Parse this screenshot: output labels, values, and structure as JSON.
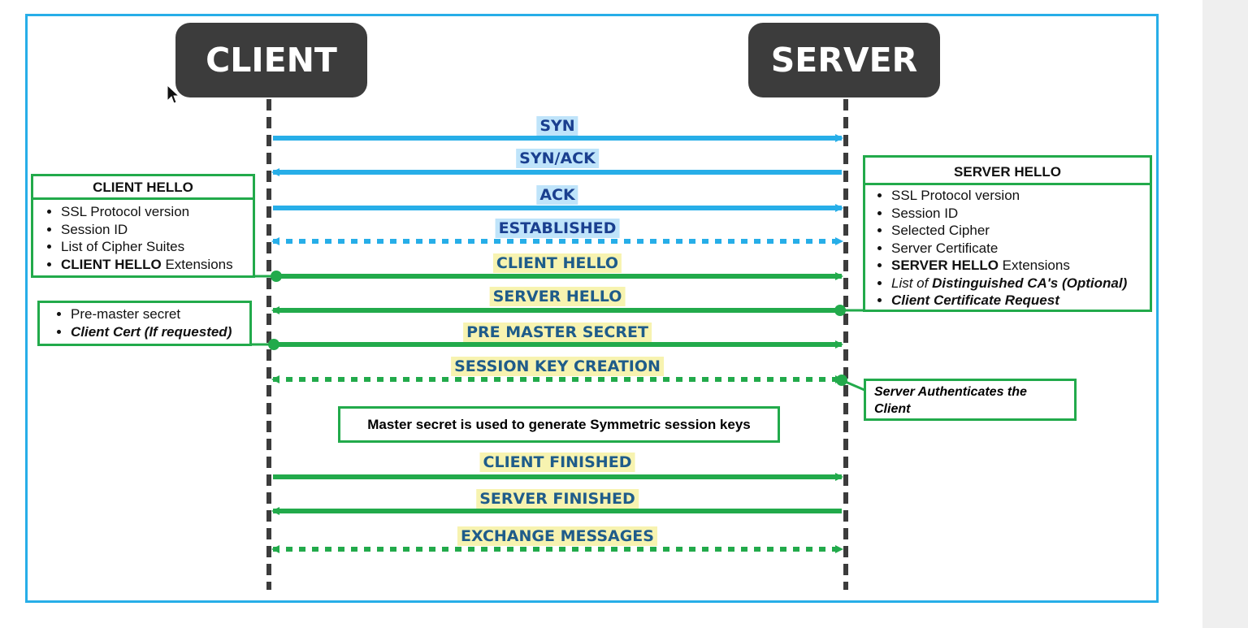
{
  "colors": {
    "frame": "#27aee8",
    "actor_bg": "#3c3c3c",
    "tcp_arrow": "#27aee8",
    "tls_arrow": "#22aa4b",
    "lifeline": "#3c3c3c"
  },
  "actors": {
    "client": "CLIENT",
    "server": "SERVER"
  },
  "messages": [
    {
      "label": "SYN",
      "dir": "right",
      "style": "solid",
      "color": "tcp"
    },
    {
      "label": "SYN/ACK",
      "dir": "left",
      "style": "solid",
      "color": "tcp"
    },
    {
      "label": "ACK",
      "dir": "right",
      "style": "solid",
      "color": "tcp"
    },
    {
      "label": "ESTABLISHED",
      "dir": "both",
      "style": "dotted",
      "color": "tcp"
    },
    {
      "label": "CLIENT HELLO",
      "dir": "right",
      "style": "solid",
      "color": "tls"
    },
    {
      "label": "SERVER HELLO",
      "dir": "left",
      "style": "solid",
      "color": "tls"
    },
    {
      "label": "PRE MASTER SECRET",
      "dir": "right",
      "style": "solid",
      "color": "tls"
    },
    {
      "label": "SESSION KEY CREATION",
      "dir": "both",
      "style": "dotted",
      "color": "tls"
    },
    {
      "label": "CLIENT FINISHED",
      "dir": "right",
      "style": "solid",
      "color": "tls"
    },
    {
      "label": "SERVER FINISHED",
      "dir": "left",
      "style": "solid",
      "color": "tls"
    },
    {
      "label": "EXCHANGE MESSAGES",
      "dir": "both",
      "style": "dotted",
      "color": "tls"
    }
  ],
  "client_hello_note": {
    "title": "CLIENT HELLO",
    "items": [
      "SSL Protocol version",
      "Session ID",
      "List of Cipher Suites"
    ],
    "ext_bold": "CLIENT HELLO",
    "ext_rest": " Extensions"
  },
  "premaster_note": {
    "item1": "Pre-master secret",
    "item2": "Client Cert (If requested)"
  },
  "server_hello_note": {
    "title": "SERVER HELLO",
    "items": [
      "SSL Protocol version",
      "Session ID",
      "Selected Cipher",
      "Server Certificate"
    ],
    "ext_bold": "SERVER HELLO",
    "ext_rest": " Extensions",
    "ca_prefix": "List of ",
    "ca_bold": "Distinguished CA",
    "ca_suffix": "'s (Optional)",
    "cert_request": "Client Certificate Request"
  },
  "master_secret_note": "Master secret is used to generate Symmetric session keys",
  "server_auth_note": "Server Authenticates the Client"
}
